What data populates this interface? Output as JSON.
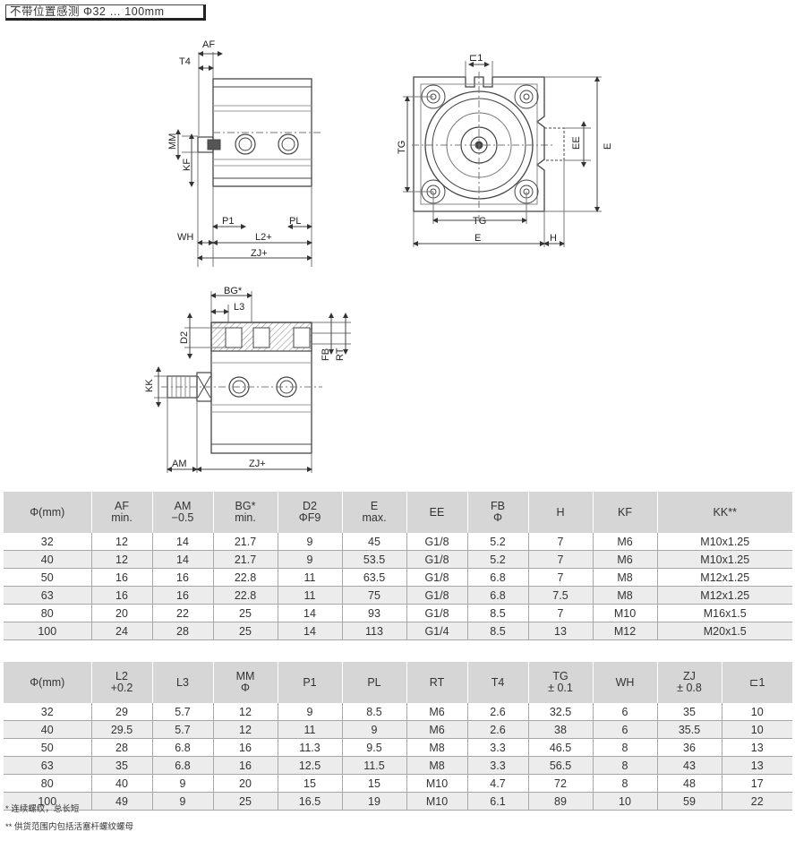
{
  "title": "不带位置感测 Φ32 … 100mm",
  "drawing_labels": {
    "af": "AF",
    "t4": "T4",
    "mm": "MM",
    "kf": "KF",
    "p1": "P1",
    "pl": "PL",
    "wh": "WH",
    "l2": "L2+",
    "zj": "ZJ+",
    "c1": "⊏1",
    "tg": "TG",
    "ee": "EE",
    "e": "E",
    "h": "H",
    "bg": "BG*",
    "l3": "L3",
    "d2": "D2",
    "fb": "FB",
    "rt": "RT",
    "kk": "KK",
    "am": "AM"
  },
  "table1": {
    "headers": [
      [
        "Φ(mm)"
      ],
      [
        "AF",
        "min."
      ],
      [
        "AM",
        "−0.5"
      ],
      [
        "BG*",
        "min."
      ],
      [
        "D2",
        "ΦF9"
      ],
      [
        "E",
        "max."
      ],
      [
        "EE"
      ],
      [
        "FB",
        "Φ"
      ],
      [
        "H"
      ],
      [
        "KF"
      ],
      [
        "KK**"
      ]
    ],
    "rows": [
      [
        "32",
        "12",
        "14",
        "21.7",
        "9",
        "45",
        "G1/8",
        "5.2",
        "7",
        "M6",
        "M10x1.25"
      ],
      [
        "40",
        "12",
        "14",
        "21.7",
        "9",
        "53.5",
        "G1/8",
        "5.2",
        "7",
        "M6",
        "M10x1.25"
      ],
      [
        "50",
        "16",
        "16",
        "22.8",
        "11",
        "63.5",
        "G1/8",
        "6.8",
        "7",
        "M8",
        "M12x1.25"
      ],
      [
        "63",
        "16",
        "16",
        "22.8",
        "11",
        "75",
        "G1/8",
        "6.8",
        "7.5",
        "M8",
        "M12x1.25"
      ],
      [
        "80",
        "20",
        "22",
        "25",
        "14",
        "93",
        "G1/8",
        "8.5",
        "7",
        "M10",
        "M16x1.5"
      ],
      [
        "100",
        "24",
        "28",
        "25",
        "14",
        "113",
        "G1/4",
        "8.5",
        "13",
        "M12",
        "M20x1.5"
      ]
    ]
  },
  "table2": {
    "headers": [
      [
        "Φ(mm)"
      ],
      [
        "L2",
        "+0.2"
      ],
      [
        "L3"
      ],
      [
        "MM",
        "Φ"
      ],
      [
        "P1"
      ],
      [
        "PL"
      ],
      [
        "RT"
      ],
      [
        "T4"
      ],
      [
        "TG",
        "± 0.1"
      ],
      [
        "WH"
      ],
      [
        "ZJ",
        "± 0.8"
      ],
      [
        "⊏1"
      ]
    ],
    "rows": [
      [
        "32",
        "29",
        "5.7",
        "12",
        "9",
        "8.5",
        "M6",
        "2.6",
        "32.5",
        "6",
        "35",
        "10"
      ],
      [
        "40",
        "29.5",
        "5.7",
        "12",
        "11",
        "9",
        "M6",
        "2.6",
        "38",
        "6",
        "35.5",
        "10"
      ],
      [
        "50",
        "28",
        "6.8",
        "16",
        "11.3",
        "9.5",
        "M8",
        "3.3",
        "46.5",
        "8",
        "36",
        "13"
      ],
      [
        "63",
        "35",
        "6.8",
        "16",
        "12.5",
        "11.5",
        "M8",
        "3.3",
        "56.5",
        "8",
        "43",
        "13"
      ],
      [
        "80",
        "40",
        "9",
        "20",
        "15",
        "15",
        "M10",
        "4.7",
        "72",
        "8",
        "48",
        "17"
      ],
      [
        "100",
        "49",
        "9",
        "25",
        "16.5",
        "19",
        "M10",
        "6.1",
        "89",
        "10",
        "59",
        "22"
      ]
    ]
  },
  "notes": [
    "* 连续螺纹，总长短",
    "** 供货范围内包括活塞杆螺纹螺母"
  ]
}
